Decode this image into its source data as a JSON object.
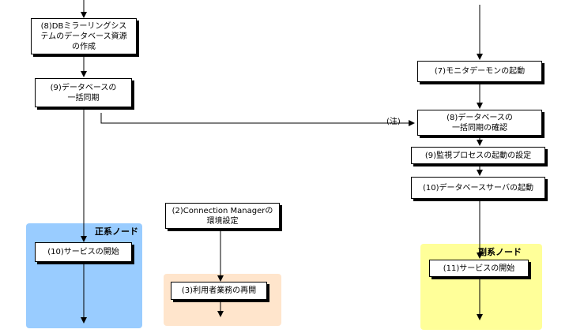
{
  "zones": {
    "primary": {
      "label": "正系ノード",
      "color": "#99ccff"
    },
    "secondary": {
      "label": "副系ノード",
      "color": "#ffff99"
    },
    "client": {
      "color": "#ffe5cc"
    }
  },
  "note": "(注)",
  "left_column": {
    "step8": [
      "(8)DBミラーリングシス",
      "テムのデータベース資源",
      "の作成"
    ],
    "step9": [
      "(9)データベースの",
      "一括同期"
    ],
    "step10": [
      "(10)サービスの開始"
    ]
  },
  "middle_column": {
    "step2": [
      "(2)Connection Managerの",
      "環境設定"
    ],
    "step3": [
      "(3)利用者業務の再開"
    ]
  },
  "right_column": {
    "step7": [
      "(7)モニタデーモンの起動"
    ],
    "step8": [
      "(8)データベースの",
      "一括同期の確認"
    ],
    "step9": [
      "(9)監視プロセスの起動の設定"
    ],
    "step10": [
      "(10)データベースサーバの起動"
    ],
    "step11": [
      "(11)サービスの開始"
    ]
  }
}
